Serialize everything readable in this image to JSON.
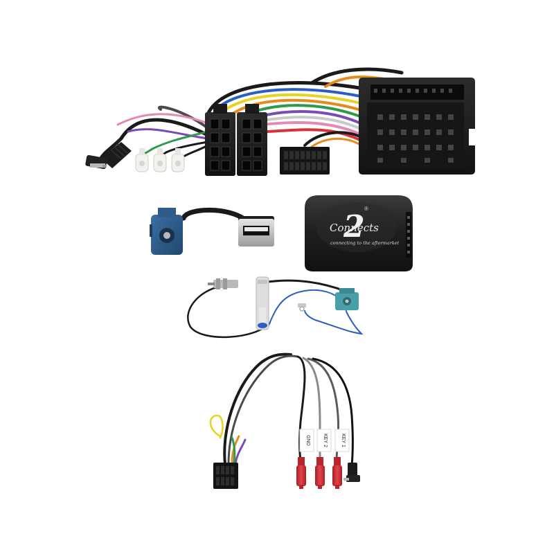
{
  "product": {
    "module_brand": "Connects",
    "module_brand_number": "2",
    "module_registered": "®",
    "module_tagline": "connecting to the aftermarket"
  },
  "wire_labels": {
    "gnd": "GND",
    "key2": "KEY 2",
    "key1": "KEY 1"
  },
  "colors": {
    "background": "#ffffff",
    "connector_black": "#1c1c1c",
    "fakra_blue": "#2e5d8c",
    "usb_silver": "#c9c9c9",
    "pin_red": "#d8333a",
    "wire_blue": "#2b5fbf",
    "wire_orange": "#e88a1a",
    "wire_green": "#2e9a4e",
    "wire_yellow": "#e7d320",
    "wire_pink": "#e28ab3",
    "wire_violet": "#7b4bb5"
  }
}
